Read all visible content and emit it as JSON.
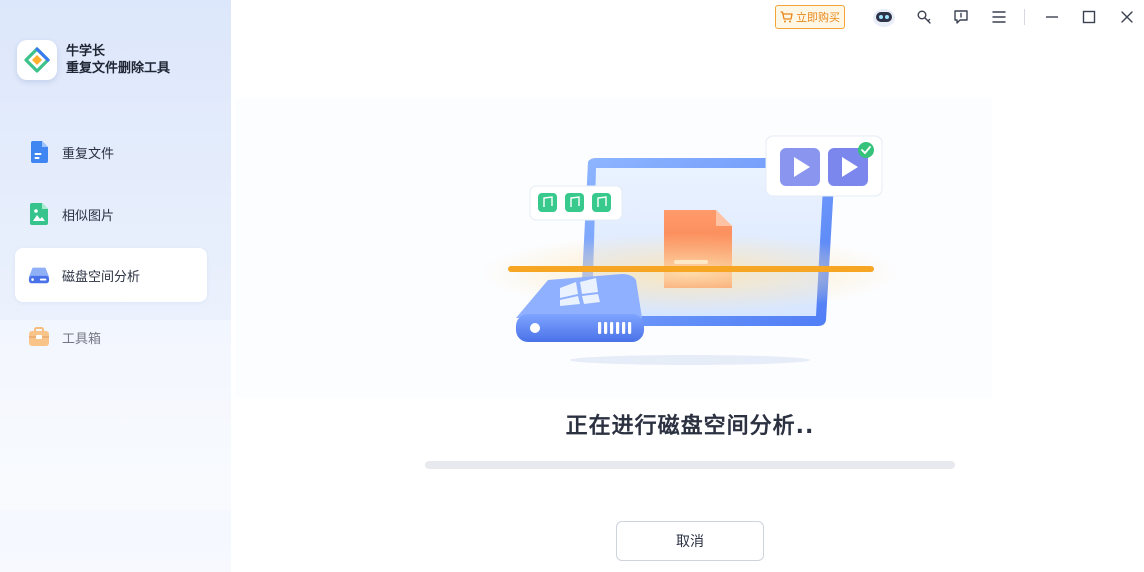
{
  "brand": {
    "line1": "牛学长",
    "line2": "重复文件删除工具"
  },
  "sidebar": {
    "items": [
      {
        "label": "重复文件",
        "icon": "document-icon",
        "active": false
      },
      {
        "label": "相似图片",
        "icon": "image-icon",
        "active": false
      },
      {
        "label": "磁盘空间分析",
        "icon": "disk-icon",
        "active": true
      },
      {
        "label": "工具箱",
        "icon": "toolbox-icon",
        "active": false
      }
    ]
  },
  "titlebar": {
    "buy_label": "立即购买",
    "icons": [
      "robot-icon",
      "key-icon",
      "feedback-icon",
      "menu-icon",
      "minimize-icon",
      "maximize-icon",
      "close-icon"
    ]
  },
  "main": {
    "status_text": "正在进行磁盘空间分析..",
    "progress": 0,
    "cancel_label": "取消"
  },
  "colors": {
    "accent": "#4f7df5",
    "buy_orange": "#f3a437",
    "sidebar_bg": "#e3ebfb",
    "scan_bar": "#f6a623"
  }
}
